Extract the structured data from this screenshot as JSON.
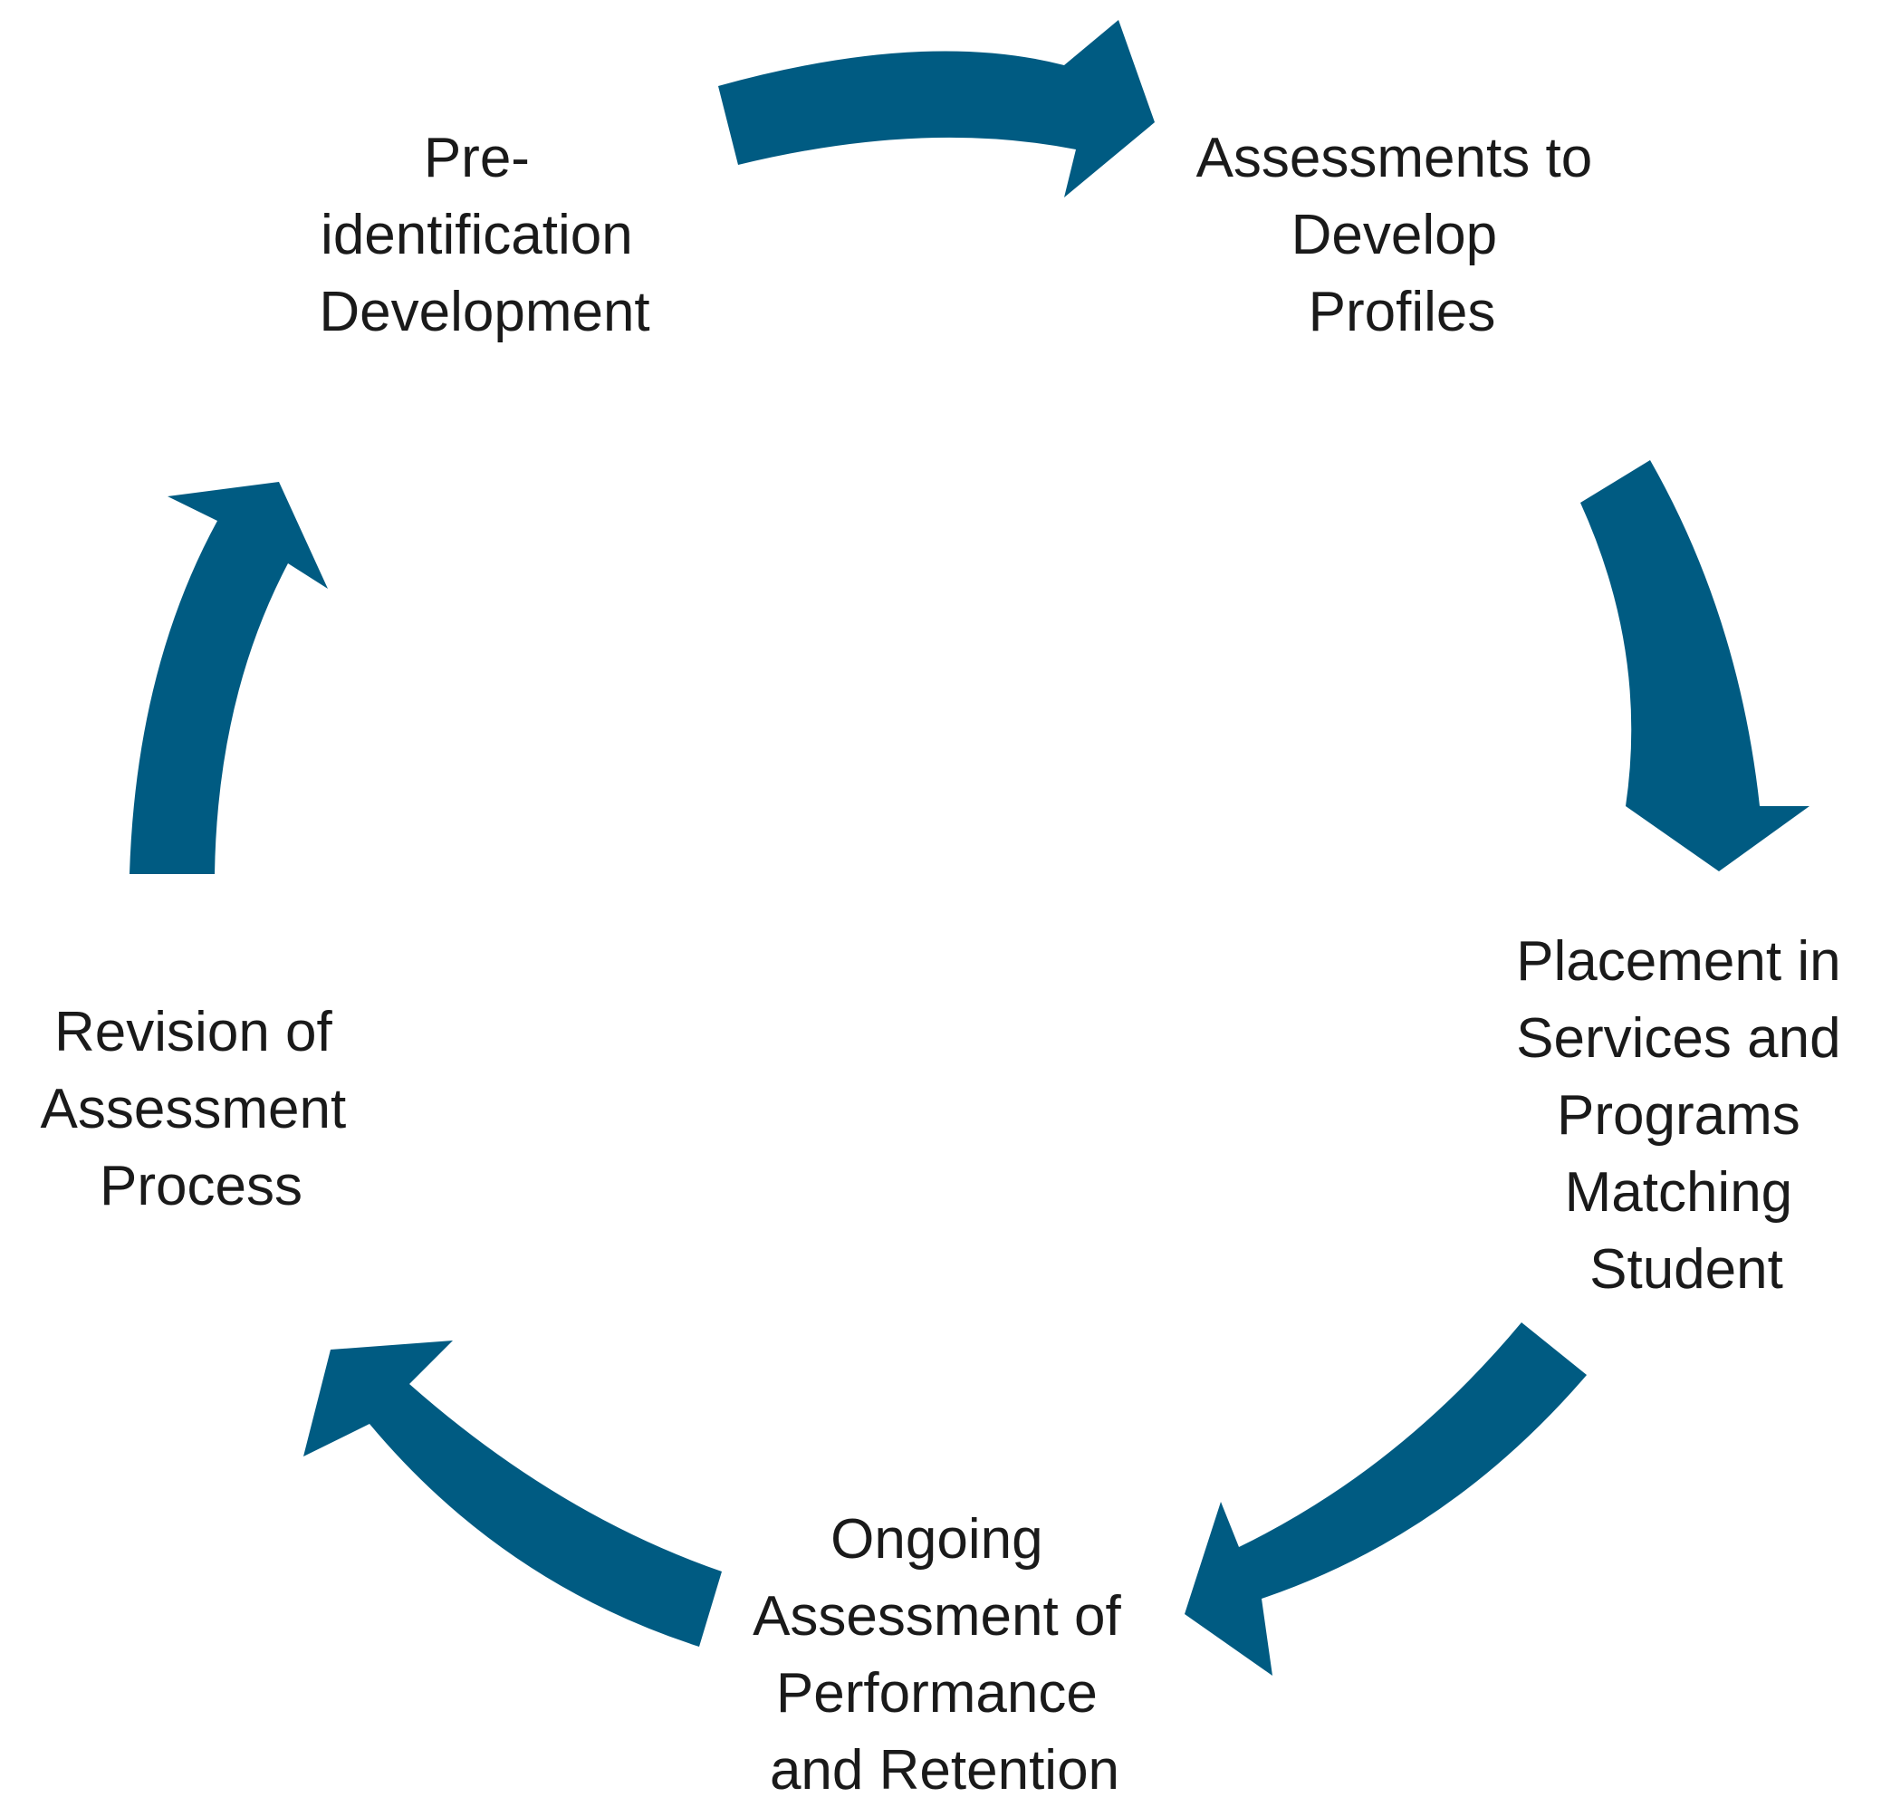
{
  "colors": {
    "arrow": "#005b82",
    "text": "#1a1a1a",
    "background": "#ffffff"
  },
  "stages": [
    {
      "id": "pre-identification",
      "lines": [
        "Pre-",
        "identification",
        "Development"
      ]
    },
    {
      "id": "assessments",
      "lines": [
        "Assessments to",
        "Develop",
        "Profiles"
      ]
    },
    {
      "id": "placement",
      "lines": [
        "Placement in",
        "Services and",
        "Programs",
        "Matching",
        "Student"
      ]
    },
    {
      "id": "ongoing",
      "lines": [
        "Ongoing",
        "Assessment of",
        "Performance",
        "and Retention"
      ]
    },
    {
      "id": "revision",
      "lines": [
        "Revision of",
        "Assessment",
        "Process"
      ]
    }
  ]
}
